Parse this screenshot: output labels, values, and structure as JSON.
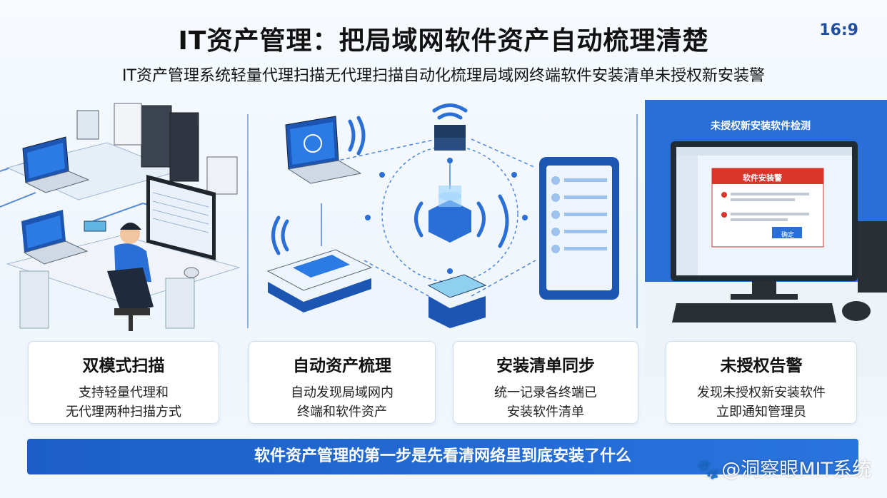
{
  "header": {
    "title": "IT资产管理：把局域网软件资产自动梳理清楚",
    "ratio": "16:9",
    "subtitle": "IT资产管理系统轻量代理扫描无代理扫描自动化梳理局域网终端软件安装清单未授权新安装警"
  },
  "detection_panel": {
    "label": "未授权新安装软件检测",
    "dialog_title": "软件安装警",
    "dialog_button": "确定"
  },
  "cards": [
    {
      "title": "双模式扫描",
      "desc": "支持轻量代理和\n无代理两种扫描方式"
    },
    {
      "title": "自动资产梳理",
      "desc": "自动发现局域网内\n终端和软件资产"
    },
    {
      "title": "安装清单同步",
      "desc": "统一记录各终端已\n安装软件清单"
    },
    {
      "title": "未授权告警",
      "desc": "发现未授权新安装软件\n立即通知管理员"
    }
  ],
  "banner": {
    "text": "软件资产管理的第一步是先看清网络里到底安装了什么"
  },
  "watermark": {
    "icon": "paw-icon",
    "text": "@洞察眼MIT系统"
  },
  "colors": {
    "accent": "#1b5fc6",
    "panel_blue": "#2a6fd6",
    "alert_red": "#d9352b"
  }
}
